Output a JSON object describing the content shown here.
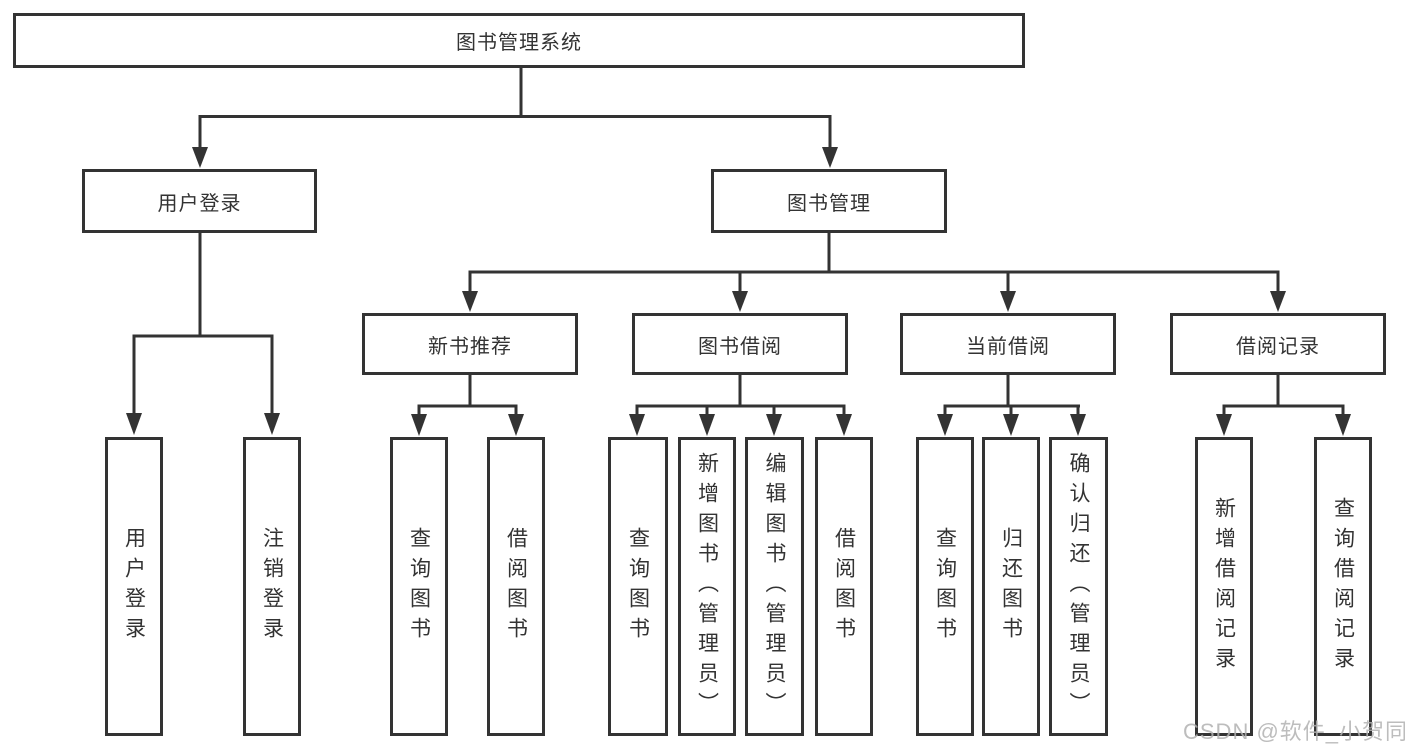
{
  "tree": {
    "root": {
      "label": "图书管理系统"
    },
    "branches": [
      {
        "label": "用户登录",
        "children": [
          {
            "label": "用户登录"
          },
          {
            "label": "注销登录"
          }
        ]
      },
      {
        "label": "图书管理",
        "children": [
          {
            "label": "新书推荐",
            "children": [
              {
                "label": "查询图书"
              },
              {
                "label": "借阅图书"
              }
            ]
          },
          {
            "label": "图书借阅",
            "children": [
              {
                "label": "查询图书"
              },
              {
                "label": "新增图书（管理员）"
              },
              {
                "label": "编辑图书（管理员）"
              },
              {
                "label": "借阅图书"
              }
            ]
          },
          {
            "label": "当前借阅",
            "children": [
              {
                "label": "查询图书"
              },
              {
                "label": "归还图书"
              },
              {
                "label": "确认归还（管理员）"
              }
            ]
          },
          {
            "label": "借阅记录",
            "children": [
              {
                "label": "新增借阅记录"
              },
              {
                "label": "查询借阅记录"
              }
            ]
          }
        ]
      }
    ]
  },
  "colors": {
    "line": "#333333",
    "text": "#333333",
    "watermark": "#b2b2b2",
    "background": "#ffffff"
  },
  "watermark": {
    "text": "CSDN @软件_小贺同学"
  }
}
